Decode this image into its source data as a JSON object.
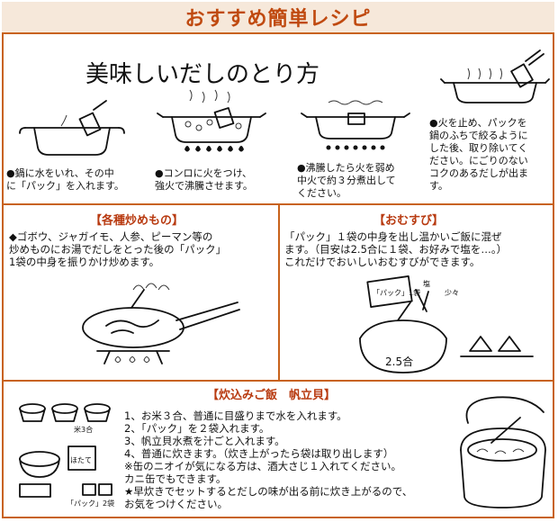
{
  "header": {
    "title": "おすすめ簡単レシピ"
  },
  "dashi": {
    "title": "美味しいだしのとり方",
    "steps": [
      "●鍋に水をいれ、その中\nに「パック」を入れます。",
      "●コンロに火をつけ、\n強火で沸騰させます。",
      "●沸騰したら火を弱め\n中火で約３分煮出して\nください。",
      "●火を止め、パックを\n鍋のふちで絞るように\nした後、取り除いてく\nださい。にごりのない\nコクのあるだしが出ま\nす。"
    ]
  },
  "stirfry": {
    "title": "【各種炒めもの】",
    "text": "◆ゴボウ、ジャガイモ、人参、ピーマン等の\n炒めものにお湯でだしをとった後の「パック」\n1袋の中身を振りかけ炒めます。"
  },
  "omusubi": {
    "title": "【おむすび】",
    "text": "「パック」１袋の中身を出し温かいご飯に混ぜ\nます。（目安は2.5合に１袋、お好みで塩を…。）\nこれだけでおいしいおむすびができます。",
    "label_pack": "「パック」1袋",
    "label_salt": "塩",
    "label_little": "少々",
    "label_rice": "2.5合"
  },
  "takikomi": {
    "title": "【炊込みご飯　帆立貝】",
    "steps": [
      "1、お米３合、普通に目盛りまで水を入れます。",
      "2、「パック」を２袋入れます。",
      "3、帆立貝水煮を汁ごと入れます。",
      "4、普通に炊きます。（炊き上がったら袋は取り出します）"
    ],
    "notes": [
      "※缶のニオイが気になる方は、酒大さじ１入れてください。",
      "カニ缶でもできます。",
      "★早炊きでセットするとだしの味が出る前に炊き上がるので、",
      "お気をつけください。"
    ],
    "label_rice": "米3合",
    "label_pack": "「パック」2袋",
    "label_hotate": "ほたて"
  }
}
